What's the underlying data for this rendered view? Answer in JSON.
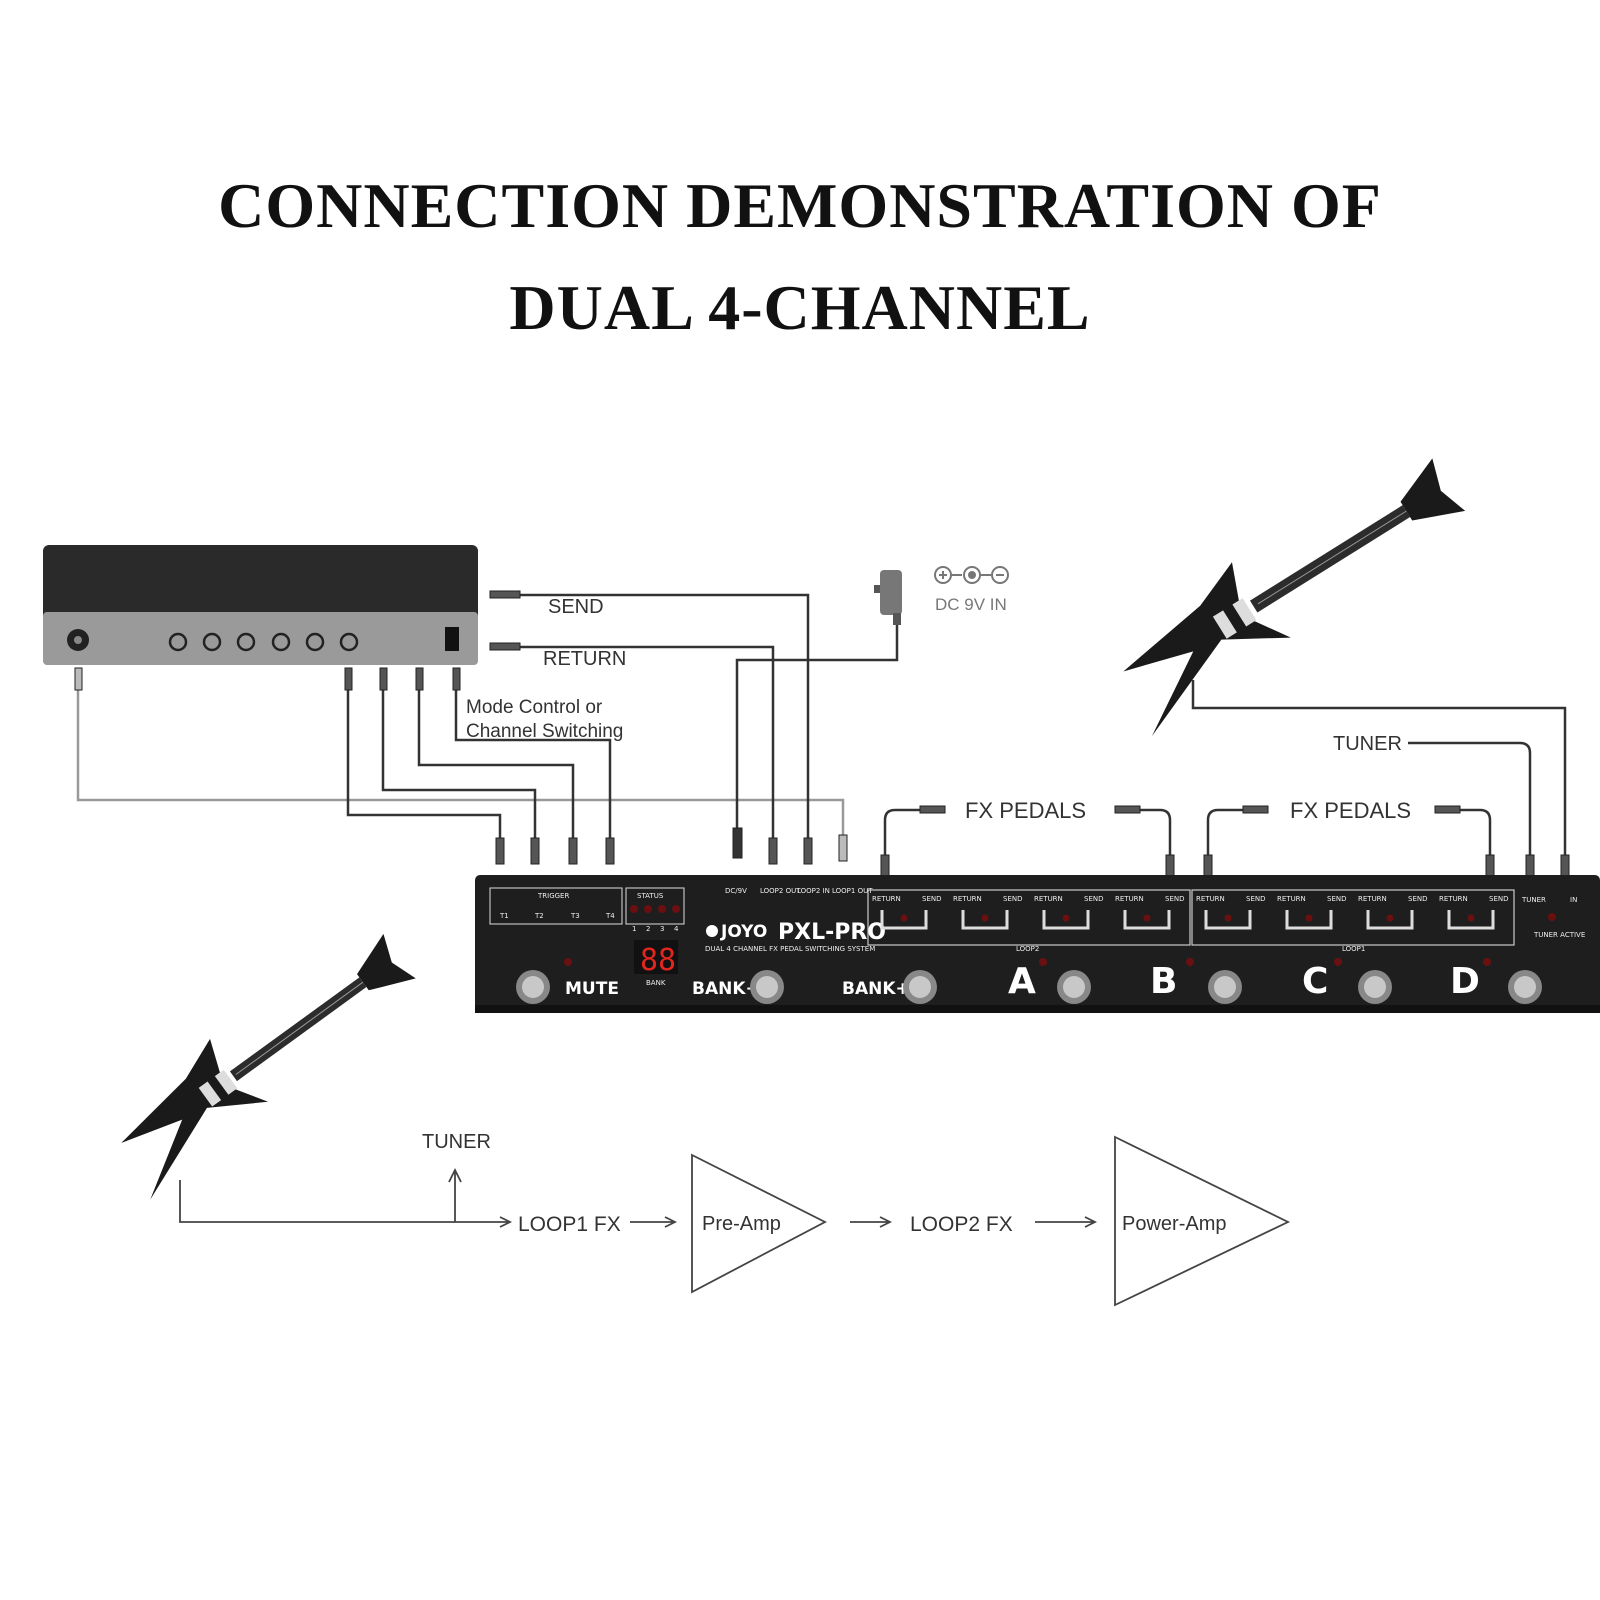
{
  "title": {
    "line1": "CONNECTION DEMONSTRATION OF",
    "line2": "DUAL 4-CHANNEL"
  },
  "labels": {
    "send": "SEND",
    "return": "RETURN",
    "dc_in": "DC 9V IN",
    "mode_control_1": "Mode Control or",
    "mode_control_2": "Channel Switching",
    "tuner_top": "TUNER",
    "fx_pedals_left": "FX PEDALS",
    "fx_pedals_right": "FX PEDALS"
  },
  "device": {
    "brand": "JOYO",
    "model": "PXL-PRO",
    "subtitle": "DUAL 4 CHANNEL FX PEDAL SWITCHING SYSTEM",
    "trigger_label": "TRIGGER",
    "status_label": "STATUS",
    "triggers": [
      "T1",
      "T2",
      "T3",
      "T4"
    ],
    "status_numbers": [
      "1",
      "2",
      "3",
      "4"
    ],
    "display": "88",
    "bank_caption": "BANK",
    "mute": "MUTE",
    "bank_minus": "BANK−",
    "bank_plus": "BANK+",
    "channels": [
      "A",
      "B",
      "C",
      "D"
    ],
    "top_jacks": [
      "DC/9V",
      "LOOP2 OUT",
      "LOOP2 IN",
      "LOOP1 OUT"
    ],
    "loop_jack_return": "RETURN",
    "loop_jack_send": "SEND",
    "loop2_caption": "LOOP2",
    "loop1_caption": "LOOP1",
    "tuner_jack": "TUNER",
    "in_jack": "IN",
    "tuner_active": "TUNER ACTIVE"
  },
  "flow": {
    "tuner": "TUNER",
    "loop1_fx": "LOOP1 FX",
    "pre_amp": "Pre-Amp",
    "loop2_fx": "LOOP2 FX",
    "power_amp": "Power-Amp"
  },
  "colors": {
    "device_body": "#1e1e1e",
    "amp_top": "#2a2a2a",
    "amp_panel": "#9a9a9a",
    "cable": "#333333",
    "led_display": "#e0261f"
  }
}
